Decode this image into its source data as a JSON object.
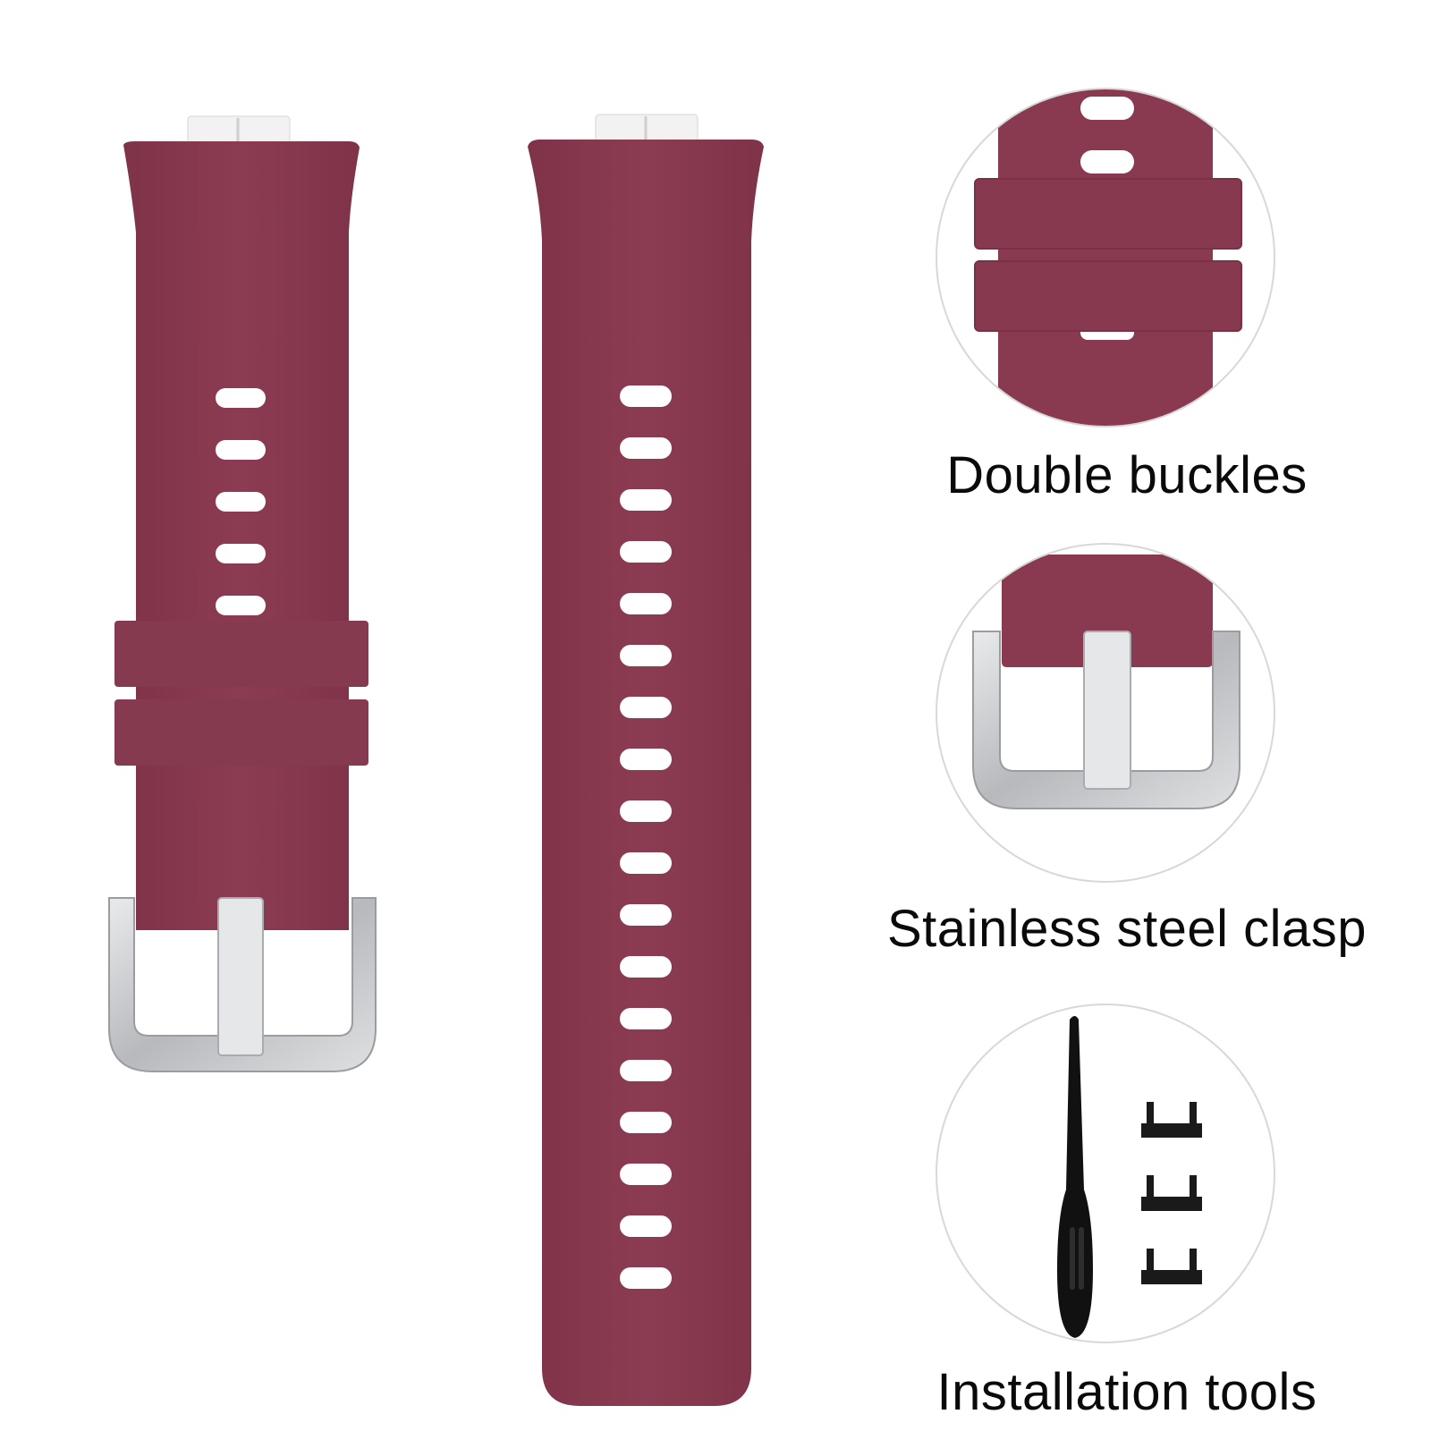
{
  "colors": {
    "strap": "#8A3A50",
    "strap_shade": "#7E3247",
    "holes": "#FFFFFF",
    "metal": "#C8CACC",
    "tool": "#111111"
  },
  "features": [
    {
      "label": "Double buckles",
      "icon": "keeper-loops-icon"
    },
    {
      "label": "Stainless steel clasp",
      "icon": "buckle-icon"
    },
    {
      "label": "Installation tools",
      "icon": "tools-icon"
    }
  ]
}
